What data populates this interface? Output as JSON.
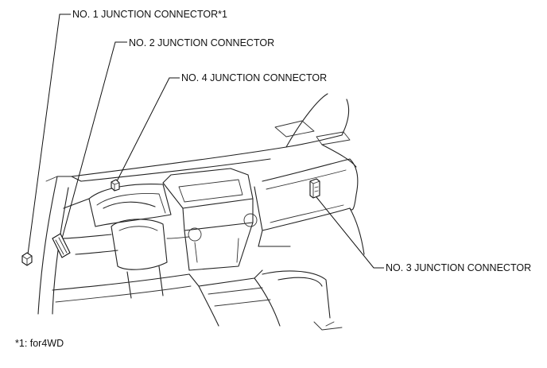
{
  "callouts": [
    {
      "label": "NO. 1 JUNCTION CONNECTOR*1",
      "icon": "connector-1-icon"
    },
    {
      "label": "NO. 2 JUNCTION CONNECTOR",
      "icon": "connector-2-icon"
    },
    {
      "label": "NO. 4 JUNCTION CONNECTOR",
      "icon": "connector-4-icon"
    },
    {
      "label": "NO. 3 JUNCTION CONNECTOR",
      "icon": "connector-3-icon"
    }
  ],
  "footnote": "*1: for4WD"
}
